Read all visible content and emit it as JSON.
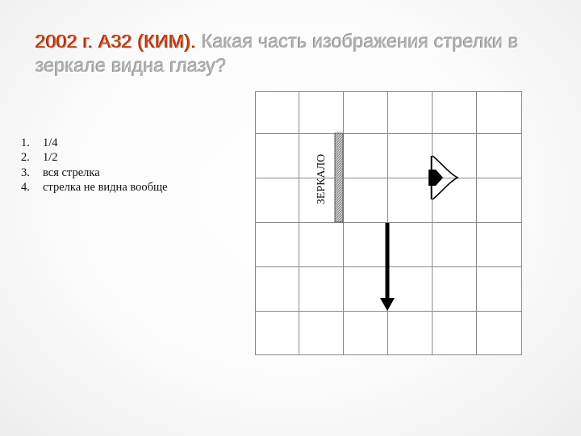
{
  "title": {
    "accent": "2002 г. А32 (КИМ).",
    "question": "Какая часть изображения стрелки в зеркале видна глазу?"
  },
  "answers": [
    {
      "num": "1.",
      "text": "1/4"
    },
    {
      "num": "2.",
      "text": "1/2"
    },
    {
      "num": "3.",
      "text": "вся стрелка"
    },
    {
      "num": "4.",
      "text": "стрелка не видна вообще"
    }
  ],
  "figure": {
    "mirror_label": "ЗЕРКАЛО",
    "grid_color": "#8a8a8a",
    "arrow_color": "#000000",
    "icons": [
      "eye-icon",
      "arrow-icon",
      "mirror-icon"
    ]
  }
}
